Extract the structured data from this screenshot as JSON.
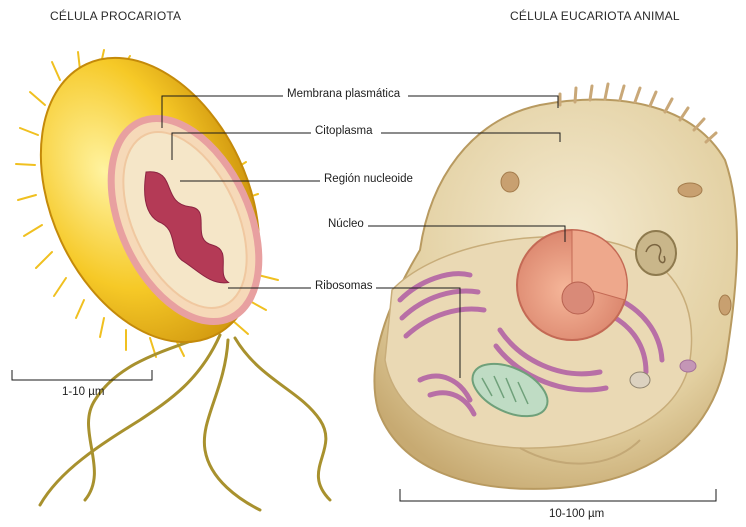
{
  "titles": {
    "prokaryote": "CÉLULA PROCARIOTA",
    "eukaryote": "CÉLULA EUCARIOTA ANIMAL"
  },
  "labels": {
    "membrane": "Membrana plasmática",
    "cytoplasm": "Citoplasma",
    "nucleoid": "Región nucleoide",
    "nucleus": "Núcleo",
    "ribosomes": "Ribosomas"
  },
  "scales": {
    "prokaryote": "1-10 µm",
    "eukaryote": "10-100 µm"
  }
}
